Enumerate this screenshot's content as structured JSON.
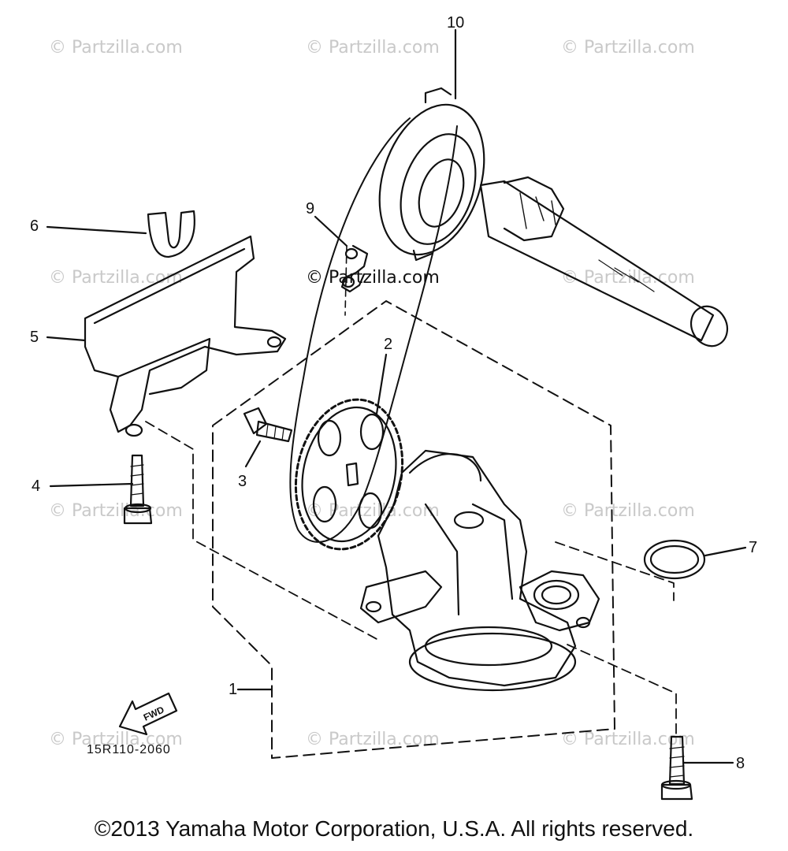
{
  "diagram": {
    "callouts": [
      "1",
      "2",
      "3",
      "4",
      "5",
      "6",
      "7",
      "8",
      "9",
      "10"
    ],
    "drawing_code": "15R110-2060",
    "fwd_label": "FWD"
  },
  "watermarks": {
    "text": "© Partzilla.com",
    "center_text": "© Partzilla.com"
  },
  "footer": {
    "copyright": "©2013 Yamaha Motor Corporation, U.S.A. All rights reserved."
  }
}
